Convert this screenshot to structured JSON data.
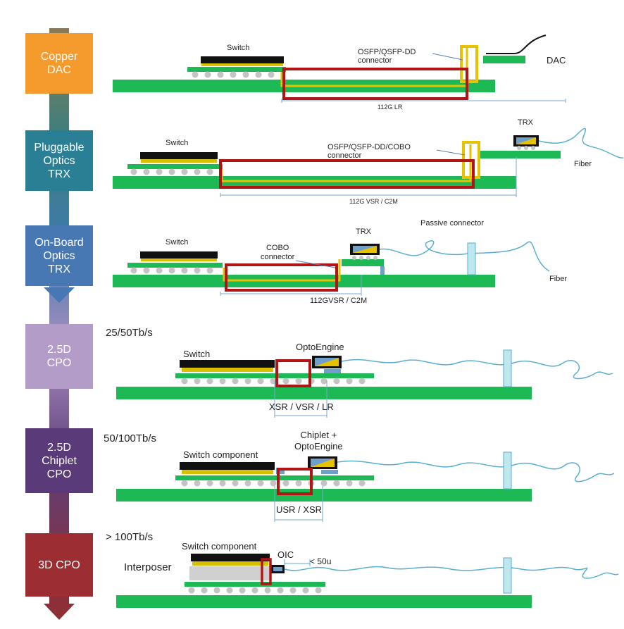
{
  "colors": {
    "board": "#1db954",
    "chip": "#111111",
    "solder": "#d8c000",
    "ball": "#c4c4c4",
    "trace": "#e6c200",
    "highlight": "#b01414",
    "dim_line": "#7ea6cf",
    "fiber": "#5aaed0",
    "connector_fill": "#bfe8ee",
    "interposer": "#d0d0d0"
  },
  "stages": [
    {
      "id": "copper-dac",
      "label": "Copper\nDAC",
      "color": "#f59a2c"
    },
    {
      "id": "pluggable-optics",
      "label": "Pluggable\nOptics\nTRX",
      "color": "#2a7f95"
    },
    {
      "id": "on-board-optics",
      "label": "On-Board\nOptics\nTRX",
      "color": "#4878b3"
    },
    {
      "id": "cpo-25d",
      "label": "2.5D\nCPO",
      "color": "#b39cc8"
    },
    {
      "id": "chiplet-cpo",
      "label": "2.5D\nChiplet\nCPO",
      "color": "#5a3a78"
    },
    {
      "id": "cpo-3d",
      "label": "3D CPO",
      "color": "#9b2d33"
    }
  ],
  "rows": {
    "copper_dac": {
      "switch": "Switch",
      "connector": "OSFP/QSFP-DD\nconnector",
      "cable": "DAC",
      "dimension": "112G LR"
    },
    "pluggable": {
      "switch": "Switch",
      "connector": "OSFP/QSFP-DD/COBO\nconnector",
      "module": "TRX",
      "media": "Fiber",
      "dimension": "112G VSR / C2M"
    },
    "on_board": {
      "switch": "Switch",
      "connector": "COBO\nconnector",
      "module": "TRX",
      "passive": "Passive connector",
      "media": "Fiber",
      "dimension": "112GVSR / C2M"
    },
    "cpo_25d": {
      "rate": "25/50Tb/s",
      "switch": "Switch",
      "engine": "OptoEngine",
      "dimension": "XSR / VSR / LR"
    },
    "chiplet": {
      "rate": "50/100Tb/s",
      "switch": "Switch component",
      "engine": "Chiplet +\nOptoEngine",
      "dimension": "USR / XSR"
    },
    "cpo_3d": {
      "rate": "> 100Tb/s",
      "switch": "Switch component",
      "interposer": "Interposer",
      "oic": "OIC",
      "gap": "< 50u"
    }
  }
}
